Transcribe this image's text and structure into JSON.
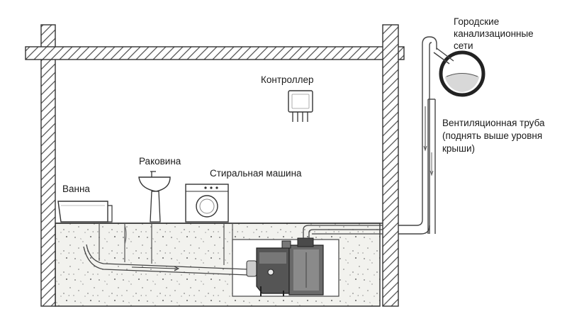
{
  "labels": {
    "city_sewer_line1": "Городские",
    "city_sewer_line2": "канализационные",
    "city_sewer_line3": "сети",
    "controller": "Контроллер",
    "vent_line1": "Вентиляционная труба",
    "vent_line2": "(поднять выше уровня",
    "vent_line3": "крыши)",
    "sink": "Раковина",
    "washing_machine": "Стиральная машина",
    "bathtub": "Ванна"
  }
}
